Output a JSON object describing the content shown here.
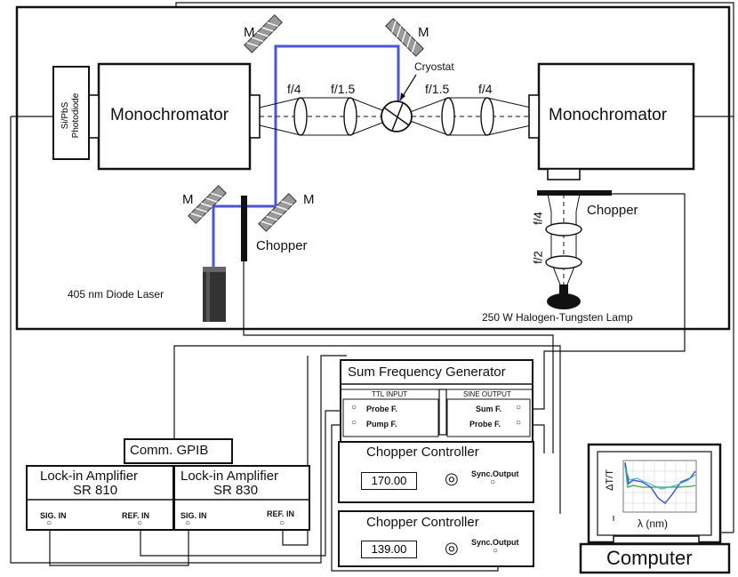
{
  "labels": {
    "mirror": "M",
    "cryostat": "Cryostat",
    "lens_f4": "f/4",
    "lens_f15": "f/1.5",
    "lens_f2": "f/2",
    "photodiode_line1": "Si/PbS",
    "photodiode_line2": "Photodiode",
    "monochromator": "Monochromator",
    "chopper": "Chopper",
    "diode_laser": "405 nm Diode Laser",
    "lamp": "250 W Halogen-Tungsten Lamp",
    "sfg_title": "Sum Frequency Generator",
    "ttl_input": "TTL INPUT",
    "sine_output": "SINE OUTPUT",
    "probe_f": "Probe F.",
    "pump_f": "Pump F.",
    "sum_f": "Sum  F.",
    "chopper_controller": "Chopper Controller",
    "sync_output": "Sync.Output",
    "display_1": "170.00",
    "display_2": "139.00",
    "comm_gpib": "Comm. GPIB",
    "lockin_810_l1": "Lock-in Amplifier",
    "lockin_810_l2": "SR 810",
    "lockin_830_l1": "Lock-in Amplifier",
    "lockin_830_l2": "SR 830",
    "sig_in": "SIG. IN",
    "ref_in": "REF. IN",
    "computer": "Computer",
    "screen_ylabel": "ΔT/T",
    "screen_xlabel": "λ (nm)"
  },
  "colors": {
    "beam": "#4a56d6",
    "line": "#111111",
    "screen_cyan": "#3fb6c8",
    "screen_green": "#57b26a",
    "screen_blue": "#3a4fd0"
  }
}
